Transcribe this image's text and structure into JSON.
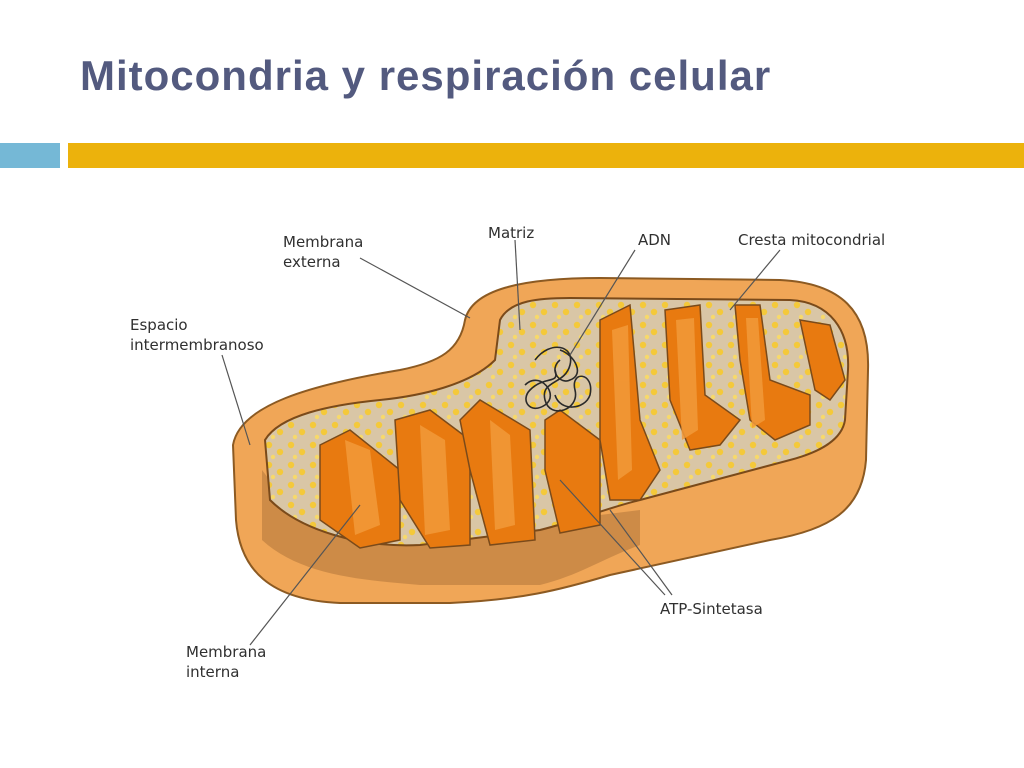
{
  "slide": {
    "title": "Mitocondria y respiración celular"
  },
  "diagram": {
    "labels": {
      "membrana_externa": [
        "Membrana",
        "externa"
      ],
      "matriz": "Matriz",
      "adn": "ADN",
      "cresta": "Cresta mitocondrial",
      "espacio": [
        "Espacio",
        "intermembranoso"
      ],
      "membrana_interna": [
        "Membrana",
        "interna"
      ],
      "atp": "ATP-Sintetasa"
    }
  },
  "colors": {
    "title": "#535a7f",
    "accent_blue": "#75b8d6",
    "accent_gold": "#ecb20c",
    "outer_membrane": "#f0a657",
    "inner_membrane": "#e87a10",
    "matrix": "#d9c6a6",
    "granules": "#f4c93a"
  }
}
